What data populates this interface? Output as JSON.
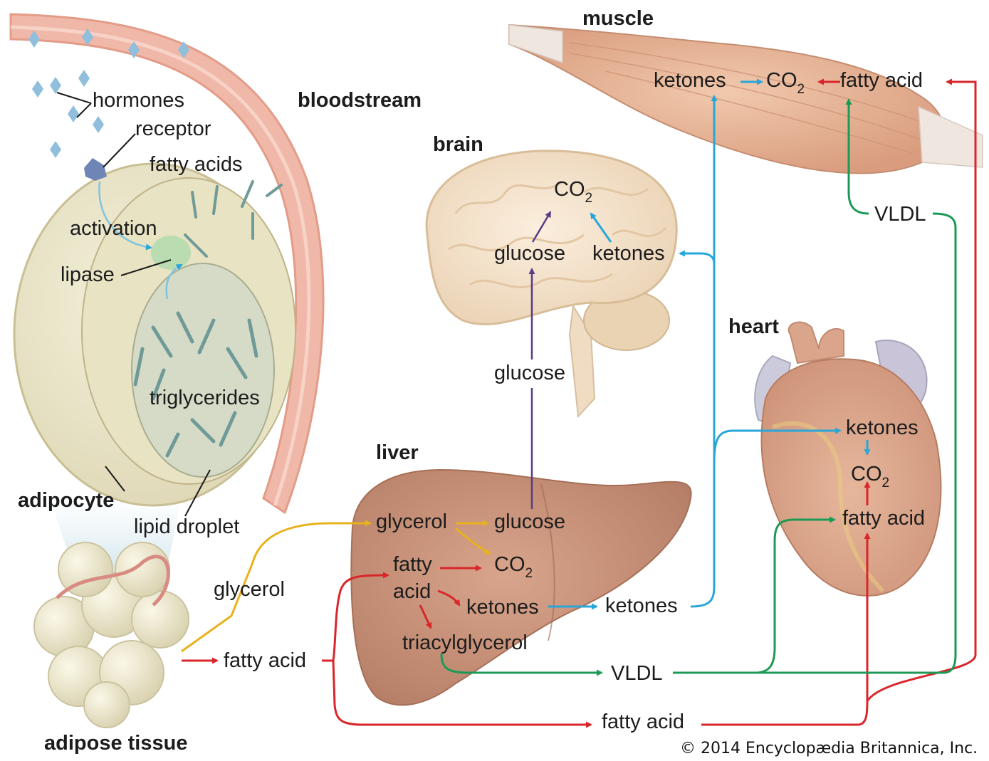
{
  "labels": {
    "hormones": "hormones",
    "receptor": "receptor",
    "bloodstream": "bloodstream",
    "fatty_acids": "fatty acids",
    "activation": "activation",
    "lipase": "lipase",
    "triglycerides": "triglycerides",
    "adipocyte": "adipocyte",
    "lipid_droplet": "lipid droplet",
    "adipose_tissue": "adipose tissue",
    "glycerol_blood": "glycerol",
    "fatty_acid_blood": "fatty acid",
    "muscle": "muscle",
    "muscle_ketones": "ketones",
    "muscle_co2": "CO",
    "muscle_co2_sub": "2",
    "muscle_fatty_acid": "fatty acid",
    "brain": "brain",
    "brain_co2": "CO",
    "brain_co2_sub": "2",
    "brain_glucose": "glucose",
    "brain_ketones": "ketones",
    "glucose_path": "glucose",
    "liver": "liver",
    "liver_glycerol": "glycerol",
    "liver_glucose": "glucose",
    "liver_fatty": "fatty",
    "liver_acid": "acid",
    "liver_co2": "CO",
    "liver_co2_sub": "2",
    "liver_ketones": "ketones",
    "liver_triacylglycerol": "triacylglycerol",
    "ketones_out": "ketones",
    "vldl_out": "VLDL",
    "fatty_acid_bottom": "fatty acid",
    "vldl_muscle": "VLDL",
    "heart": "heart",
    "heart_ketones": "ketones",
    "heart_co2": "CO",
    "heart_co2_sub": "2",
    "heart_fatty_acid": "fatty acid",
    "copyright": "© 2014 Encyclopædia Britannica, Inc."
  },
  "colors": {
    "fatty_acid_arrow": "#d9262b",
    "ketone_arrow": "#29a6d8",
    "vldl_arrow": "#1b9a56",
    "glycerol_arrow": "#e7b21c",
    "glucose_arrow": "#5a3c86",
    "leader_line": "#1a1a1a"
  }
}
